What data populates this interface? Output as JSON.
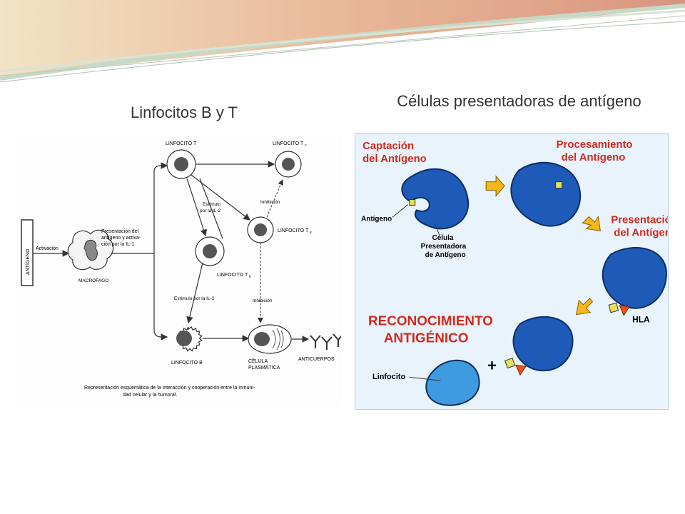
{
  "slide": {
    "title_left": "Linfocitos B y T",
    "title_right": "Células presentadoras de antígeno"
  },
  "left_diagram": {
    "input": "ANTÍGENO",
    "activation": "Activación",
    "macrophage": "MACROFAGO",
    "presentation": [
      "Presentación del",
      "antígeno y activa-",
      "ción por la IL-1"
    ],
    "t_cell": "LINFOCITO T",
    "tc_cell": "LINFOCITO T",
    "tc_sub": "c",
    "ts_cell": "LINFOCITO T",
    "ts_sub": "s",
    "th_cell": "LINFOCITO T",
    "th_sub": "h",
    "b_cell": "LINFOCITO B",
    "stim_il2_1": [
      "Estímulo",
      "por la IL-2"
    ],
    "stim_il2_2": "Estímulo por la IL-2",
    "inhibition_1": "Inhibición",
    "inhibition_2": "Inhibición",
    "plasma_cell": [
      "CÉLULA",
      "PLASMÁTICA"
    ],
    "antibodies": "ANTICUERPOS",
    "caption": [
      "Representación esquemática de la interacción y cooperación entre la inmuni-",
      "dad celular y la humoral."
    ]
  },
  "right_diagram": {
    "step1": [
      "Captación",
      "del Antígeno"
    ],
    "step2": [
      "Procesamiento",
      "del Antígeno"
    ],
    "step3": [
      "Presentación",
      "del Antígeno"
    ],
    "step4": [
      "RECONOCIMIENTO",
      "ANTIGÉNICO"
    ],
    "antigen": "Antígeno",
    "apc": [
      "Célula",
      "Presentadora",
      "de Antígeno"
    ],
    "hla": "HLA",
    "lymphocyte": "Linfocito",
    "plus": "+",
    "colors": {
      "cell": "#1e5bb8",
      "lymphocyte": "#3f9be0",
      "label_red": "#d4281c",
      "arrow": "#f5b81c",
      "antigen": "#e4e05a",
      "hla": "#e8541a"
    }
  }
}
